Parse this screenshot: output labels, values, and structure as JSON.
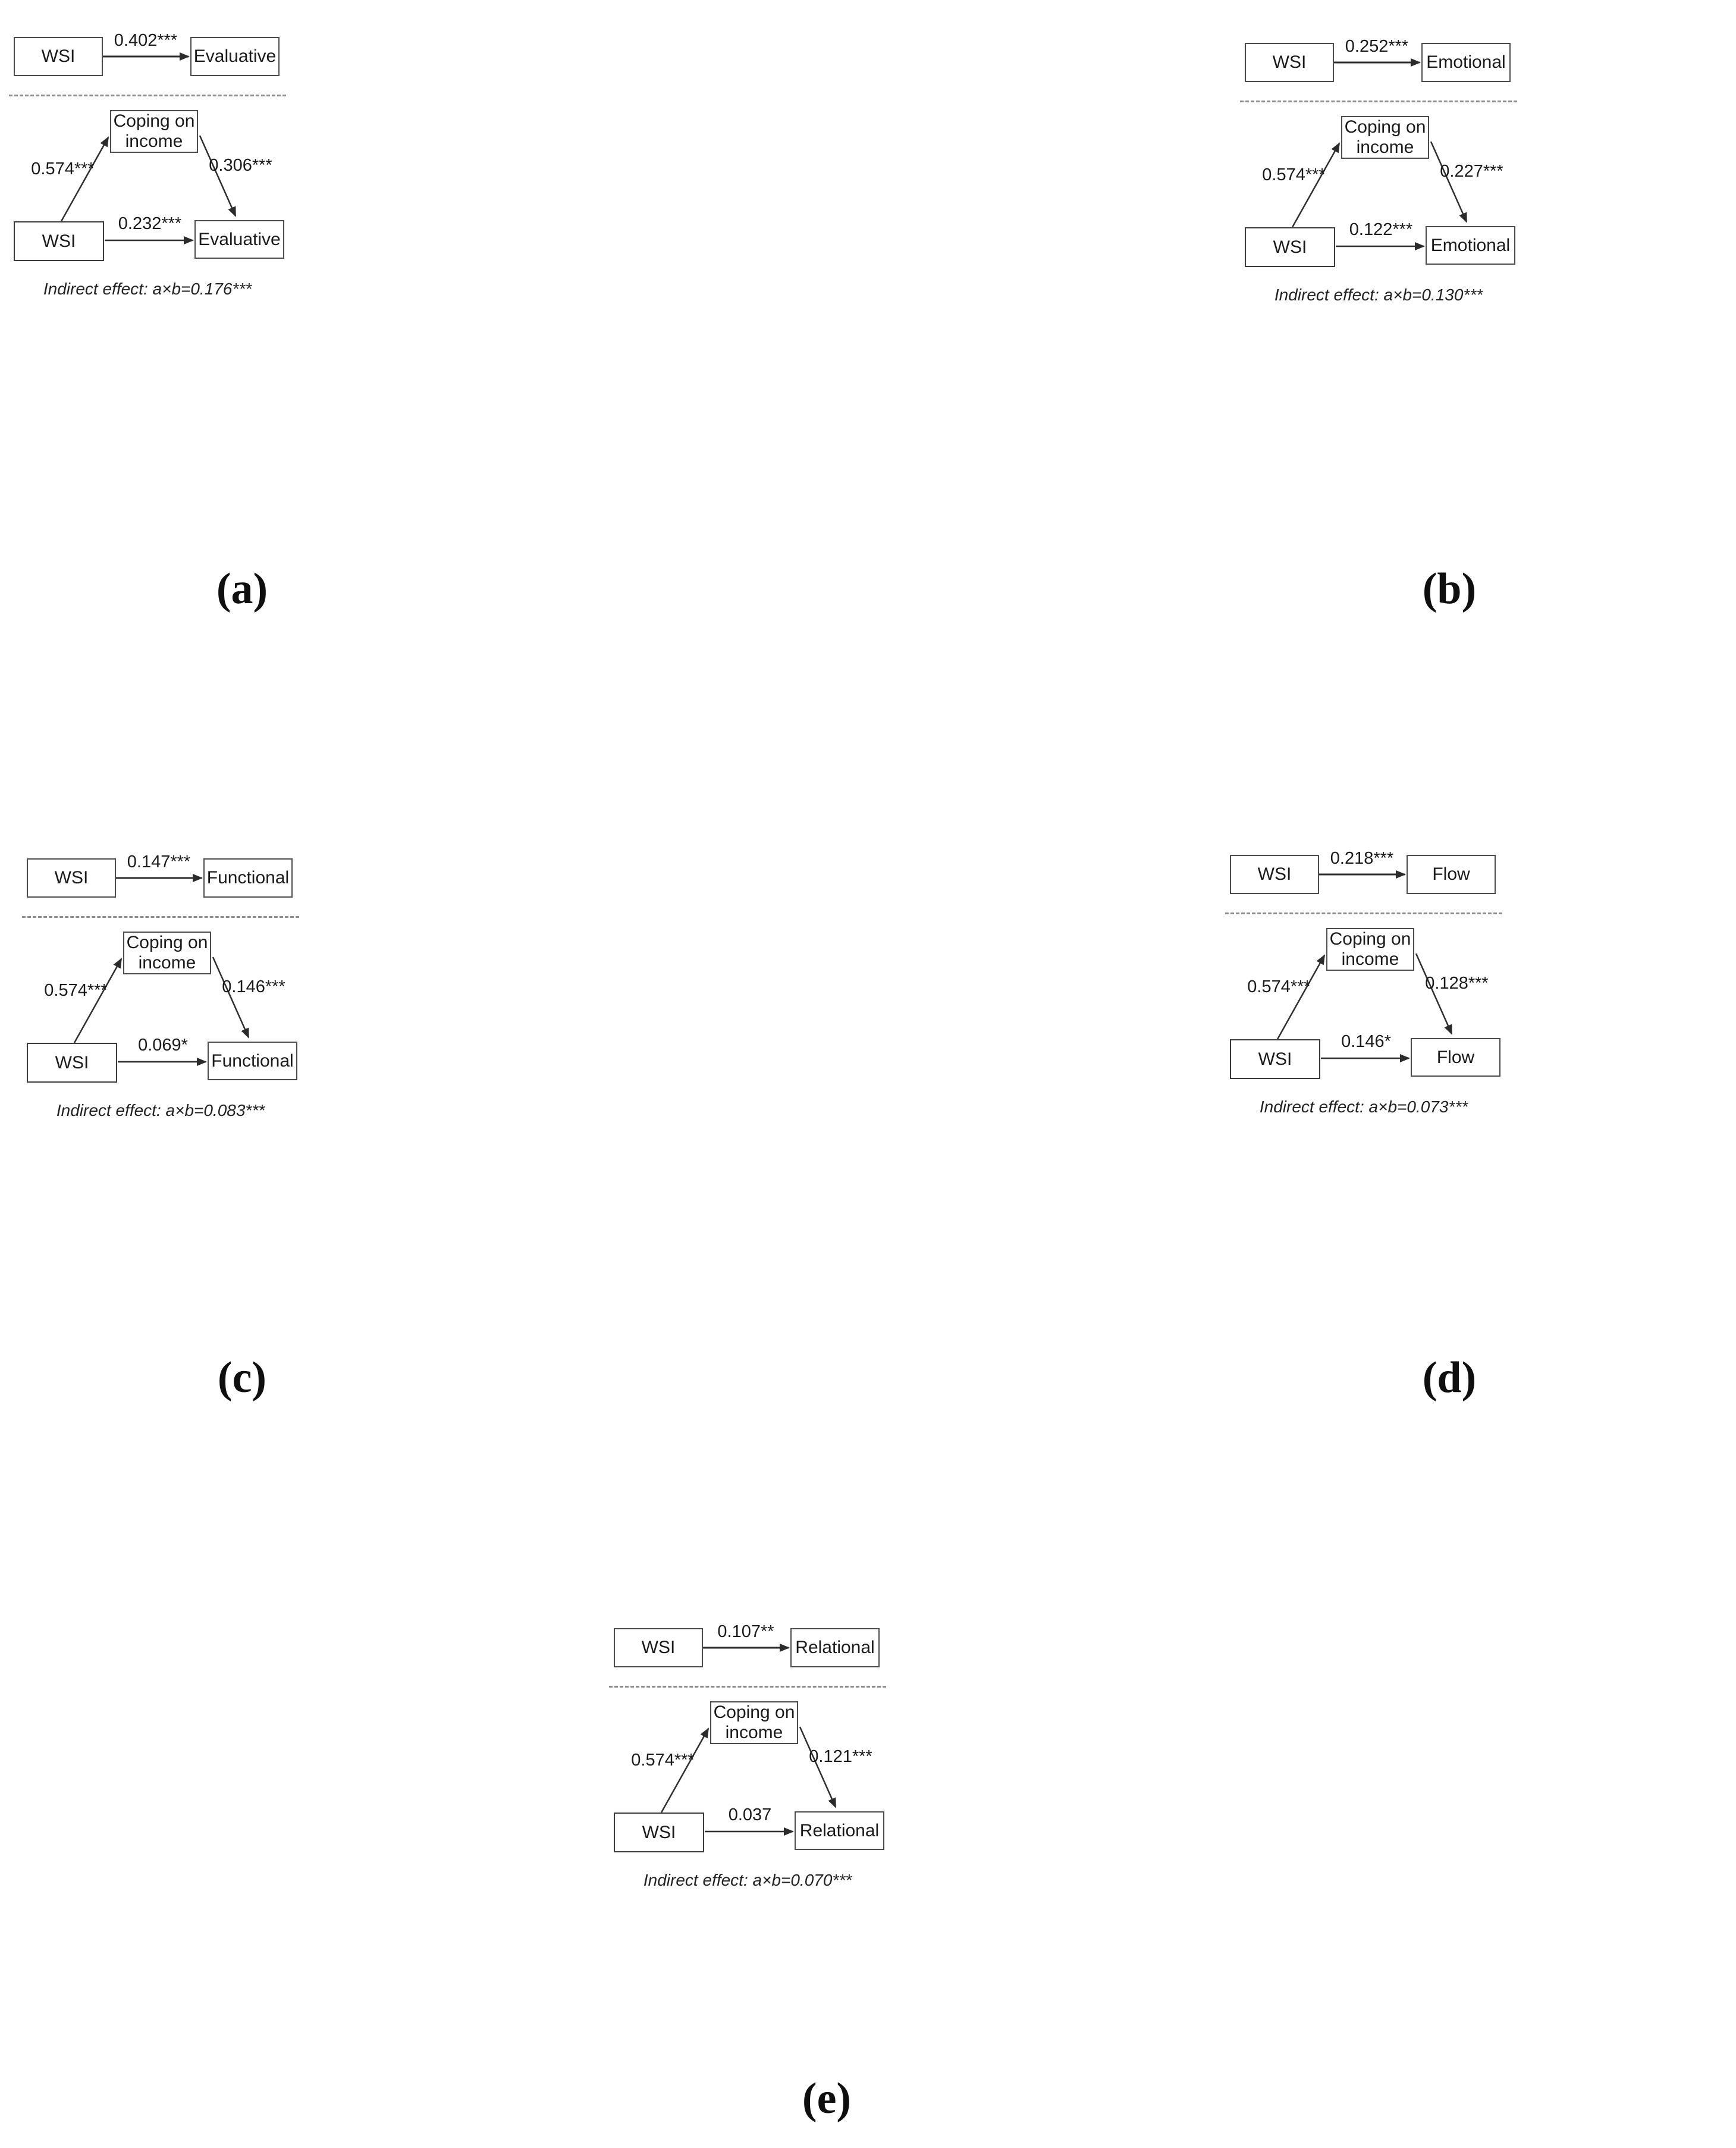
{
  "mediator": {
    "line1": "Coping on",
    "line2": "income"
  },
  "panels": [
    {
      "caption": "(a)",
      "predictor": "WSI",
      "outcome": "Evaluative",
      "total_effect": "0.402***",
      "a_path": "0.574***",
      "b_path": "0.306***",
      "direct_effect": "0.232***",
      "indirect": "Indirect effect: a×b=0.176***"
    },
    {
      "caption": "(b)",
      "predictor": "WSI",
      "outcome": "Emotional",
      "total_effect": "0.252***",
      "a_path": "0.574***",
      "b_path": "0.227***",
      "direct_effect": "0.122***",
      "indirect": "Indirect effect: a×b=0.130***"
    },
    {
      "caption": "(c)",
      "predictor": "WSI",
      "outcome": "Functional",
      "total_effect": "0.147***",
      "a_path": "0.574***",
      "b_path": "0.146***",
      "direct_effect": "0.069*",
      "indirect": "Indirect effect: a×b=0.083***"
    },
    {
      "caption": "(d)",
      "predictor": "WSI",
      "outcome": "Flow",
      "total_effect": "0.218***",
      "a_path": "0.574***",
      "b_path": "0.128***",
      "direct_effect": "0.146*",
      "indirect": "Indirect effect: a×b=0.073***"
    },
    {
      "caption": "(e)",
      "predictor": "WSI",
      "outcome": "Relational",
      "total_effect": "0.107**",
      "a_path": "0.574***",
      "b_path": "0.121***",
      "direct_effect": "0.037",
      "indirect": "Indirect effect: a×b=0.070***"
    }
  ]
}
